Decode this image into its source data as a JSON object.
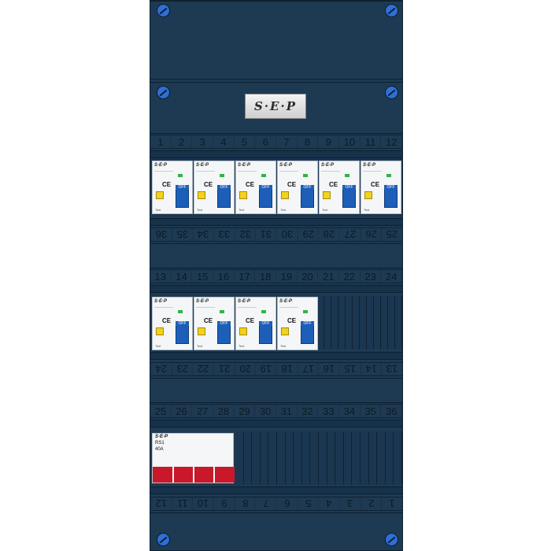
{
  "brand": "S·E·P",
  "rows": [
    {
      "top_numbers": [
        "1",
        "2",
        "3",
        "4",
        "5",
        "6",
        "7",
        "8",
        "9",
        "10",
        "11",
        "12"
      ],
      "bottom_numbers": [
        "36",
        "35",
        "34",
        "33",
        "32",
        "31",
        "30",
        "29",
        "28",
        "27",
        "26",
        "25"
      ]
    },
    {
      "top_numbers": [
        "13",
        "14",
        "15",
        "16",
        "17",
        "18",
        "19",
        "20",
        "21",
        "22",
        "23",
        "24"
      ],
      "bottom_numbers": [
        "24",
        "23",
        "22",
        "21",
        "20",
        "19",
        "18",
        "17",
        "16",
        "15",
        "14",
        "13"
      ]
    },
    {
      "top_numbers": [
        "25",
        "26",
        "27",
        "28",
        "29",
        "30",
        "31",
        "32",
        "33",
        "34",
        "35",
        "36"
      ],
      "bottom_numbers": [
        "12",
        "11",
        "10",
        "9",
        "8",
        "7",
        "6",
        "5",
        "4",
        "3",
        "2",
        "1"
      ]
    }
  ],
  "rcbo": {
    "brand": "S·E·P",
    "ce": "CE",
    "lever": "OFF",
    "test": "Test"
  },
  "row1_rcbo_count": 6,
  "row2_rcbo_count": 4,
  "main_switch": {
    "brand": "S·E·P",
    "label": "RS1",
    "rating": "40A"
  },
  "colors": {
    "cabinet": "#1e3a52",
    "screw": "#2f6fd6",
    "lever": "#1d5fb8",
    "main_switch_red": "#c8182a"
  }
}
